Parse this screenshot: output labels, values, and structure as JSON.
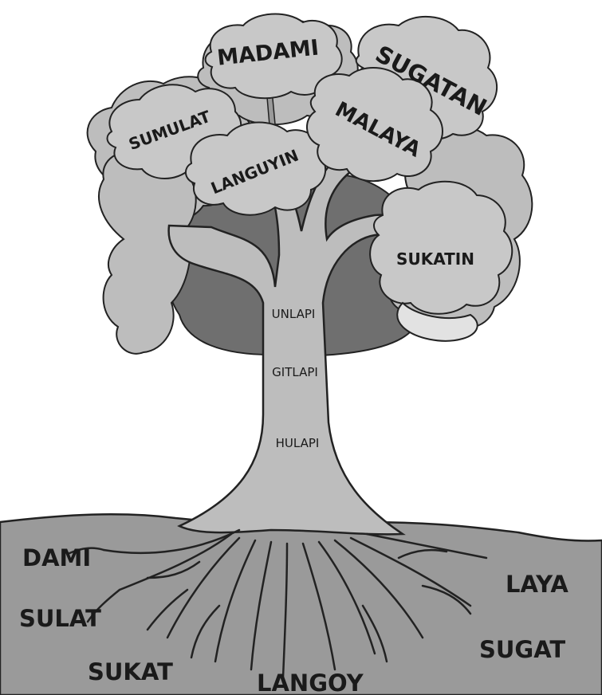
{
  "diagram": {
    "canopy": {
      "madami": "MADAMI",
      "sugatan": "SUGATAN",
      "sumulat": "SUMULAT",
      "malaya": "MALAYA",
      "languyin": "LANGUYIN",
      "sukatin": "SUKATIN"
    },
    "trunk": {
      "unlapi": "UNLAPI",
      "gitlapi": "GITLAPI",
      "hulapi": "HULAPI"
    },
    "roots": {
      "dami": "DAMI",
      "sulat": "SULAT",
      "sukat": "SUKAT",
      "langoy": "LANGOY",
      "laya": "LAYA",
      "sugat": "SUGAT"
    }
  }
}
